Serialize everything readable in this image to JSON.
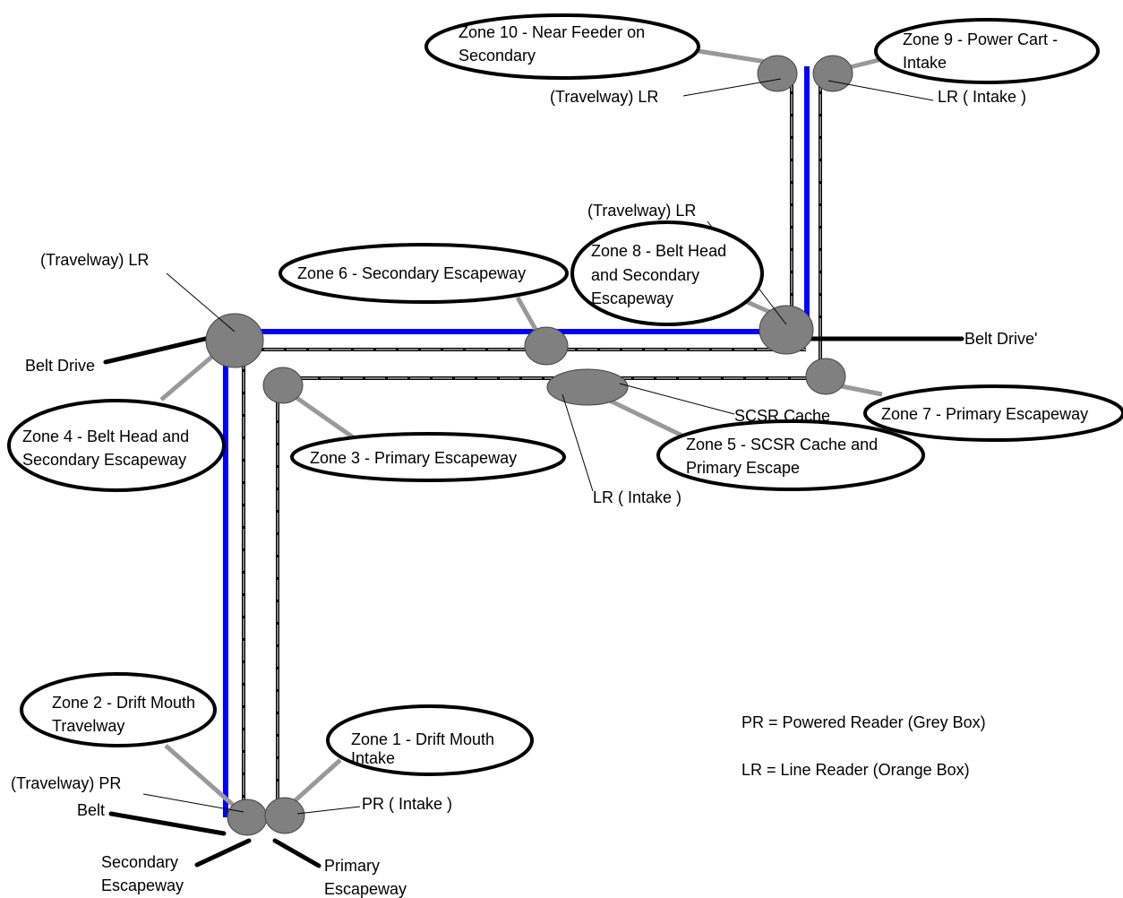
{
  "zones": {
    "z10": [
      "Zone 10 - Near Feeder on",
      "Secondary"
    ],
    "z9": [
      "Zone 9 - Power Cart -",
      "Intake"
    ],
    "z8": [
      "Zone 8 - Belt Head",
      "and Secondary",
      "Escapeway"
    ],
    "z6": [
      "Zone 6 - Secondary Escapeway"
    ],
    "z4": [
      "Zone 4 - Belt Head and",
      "Secondary Escapeway"
    ],
    "z3": [
      "Zone 3 - Primary Escapeway"
    ],
    "z7": [
      "Zone 7 - Primary Escapeway"
    ],
    "z5": [
      "Zone 5 - SCSR Cache and",
      "Primary Escape"
    ],
    "z2": [
      "Zone 2 - Drift Mouth",
      "Travelway"
    ],
    "z1": [
      "Zone 1 - Drift Mouth",
      "Intake"
    ]
  },
  "labels": {
    "lr_travelway_top": "(Travelway) LR",
    "lr_intake_top": "LR ( Intake )",
    "lr_travelway_mid": "(Travelway) LR",
    "lr_travelway_left": "(Travelway) LR",
    "belt_drive_left": "Belt Drive",
    "belt_drive_right": "Belt Drive'",
    "scsr_cache": "SCSR Cache",
    "lr_intake_mid": "LR ( Intake )",
    "pr_travelway": "(Travelway) PR",
    "pr_intake": "PR ( Intake )",
    "belt": "Belt",
    "secondary_escapeway": [
      "Secondary",
      "Escapeway"
    ],
    "primary_escapeway": [
      "Primary",
      "Escapeway"
    ]
  },
  "legend": {
    "pr": "PR = Powered Reader (Grey Box)",
    "lr": "LR = Line Reader (Orange Box)"
  },
  "colors": {
    "travelway": "#0000ff",
    "entry": "#000000",
    "reader": "#808080",
    "connector": "#999999"
  }
}
